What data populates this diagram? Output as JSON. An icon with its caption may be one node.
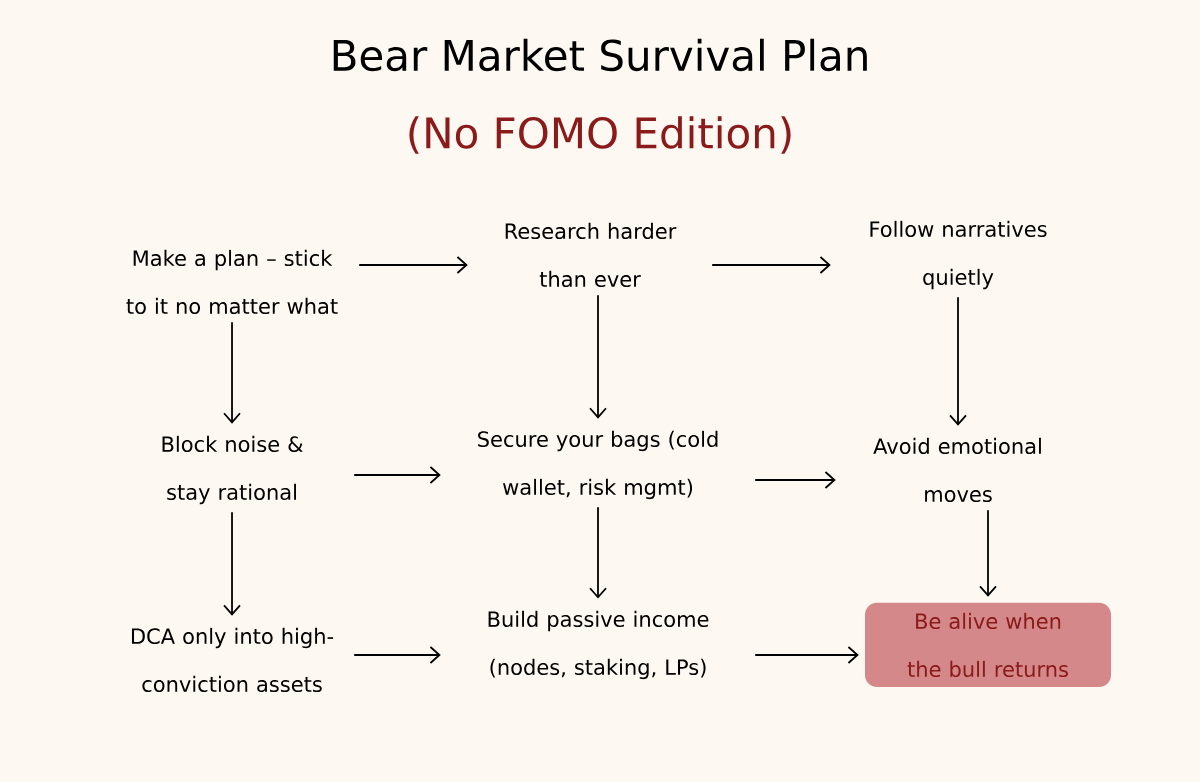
{
  "diagram": {
    "title": "Bear Market Survival Plan",
    "nodes": [
      {
        "text": [
          "Make a plan – stick to it no matter what"
        ]
      },
      {
        "text": [
          "Research harder than ever"
        ]
      },
      {
        "text": [
          "Follow narratives quietly"
        ]
      },
      {
        "text": [
          "Block noise & stay rational"
        ]
      },
      {
        "text": [
          "Secure your bags (cold wallet, risk mgmt)"
        ]
      },
      {
        "text": [
          "Avoid emotional moves"
        ]
      },
      {
        "text": [
          "DCA only into high-conviction assets"
        ]
      },
      {
        "text": [
          "Build passive income (nodes, staking, LPs)"
        ]
      },
      {
        "text": [
          "Be alive when the bull returns"
        ]
      }
    ],
    "edges": [
      {
        "from": 0,
        "to": 1,
        "arrow": "to"
      },
      {
        "from": 1,
        "to": 2,
        "arrow": "to"
      },
      {
        "from": 0,
        "to": 3,
        "arrow": "to"
      },
      {
        "from": 1,
        "to": 4,
        "arrow": "to"
      },
      {
        "from": 2,
        "to": 5,
        "arrow": "to"
      },
      {
        "from": 3,
        "to": 4,
        "arrow": "to"
      },
      {
        "from": 4,
        "to": 5,
        "arrow": "to"
      },
      {
        "from": 3,
        "to": 6,
        "arrow": "to"
      },
      {
        "from": 4,
        "to": 7,
        "arrow": "to"
      },
      {
        "from": 5,
        "to": 8,
        "arrow": "to"
      },
      {
        "from": 6,
        "to": 7,
        "arrow": "to"
      },
      {
        "from": 7,
        "to": 8,
        "arrow": "to"
      }
    ],
    "labels": [
      "(No FOMO Edition)"
    ]
  }
}
